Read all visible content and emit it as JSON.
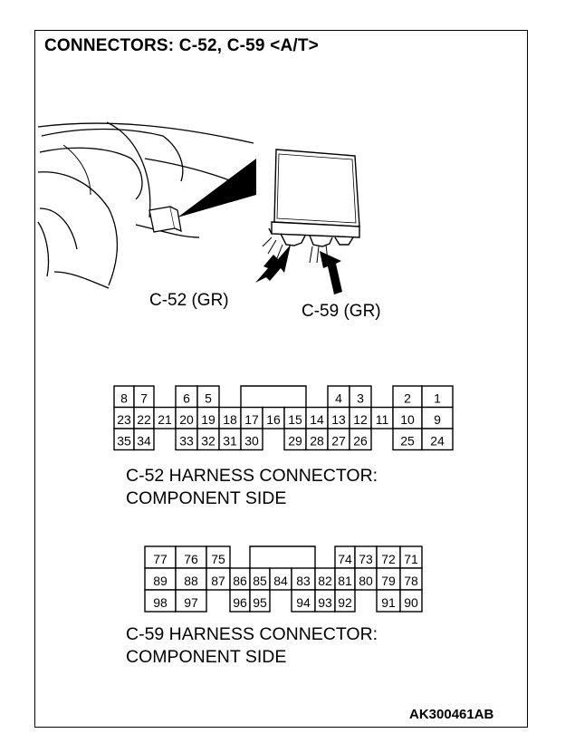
{
  "title": "CONNECTORS: C-52, C-59 <A/T>",
  "labels": {
    "c52_callout": "C-52 (GR)",
    "c59_callout": "C-59 (GR)"
  },
  "c52": {
    "caption_line1": "C-52 HARNESS CONNECTOR:",
    "caption_line2": "COMPONENT SIDE",
    "rows": [
      [
        "8",
        "7",
        "",
        "6",
        "5",
        "",
        "",
        "",
        "",
        "",
        "4",
        "3",
        "",
        "2",
        "1"
      ],
      [
        "23",
        "22",
        "21",
        "20",
        "19",
        "18",
        "17",
        "16",
        "15",
        "14",
        "13",
        "12",
        "11",
        "10",
        "9"
      ],
      [
        "35",
        "34",
        "",
        "33",
        "32",
        "31",
        "30",
        "",
        "29",
        "28",
        "27",
        "26",
        "",
        "25",
        "24"
      ]
    ]
  },
  "c59": {
    "caption_line1": "C-59 HARNESS CONNECTOR:",
    "caption_line2": "COMPONENT SIDE",
    "rows": [
      [
        "77",
        "76",
        "75",
        "",
        "",
        "",
        "",
        "",
        "74",
        "73",
        "72",
        "71"
      ],
      [
        "89",
        "88",
        "87",
        "86",
        "85",
        "84",
        "83",
        "82",
        "81",
        "80",
        "79",
        "78"
      ],
      [
        "98",
        "97",
        "",
        "96",
        "95",
        "",
        "94",
        "93",
        "92",
        "",
        "91",
        "90"
      ]
    ]
  },
  "figure_code": "AK300461AB"
}
